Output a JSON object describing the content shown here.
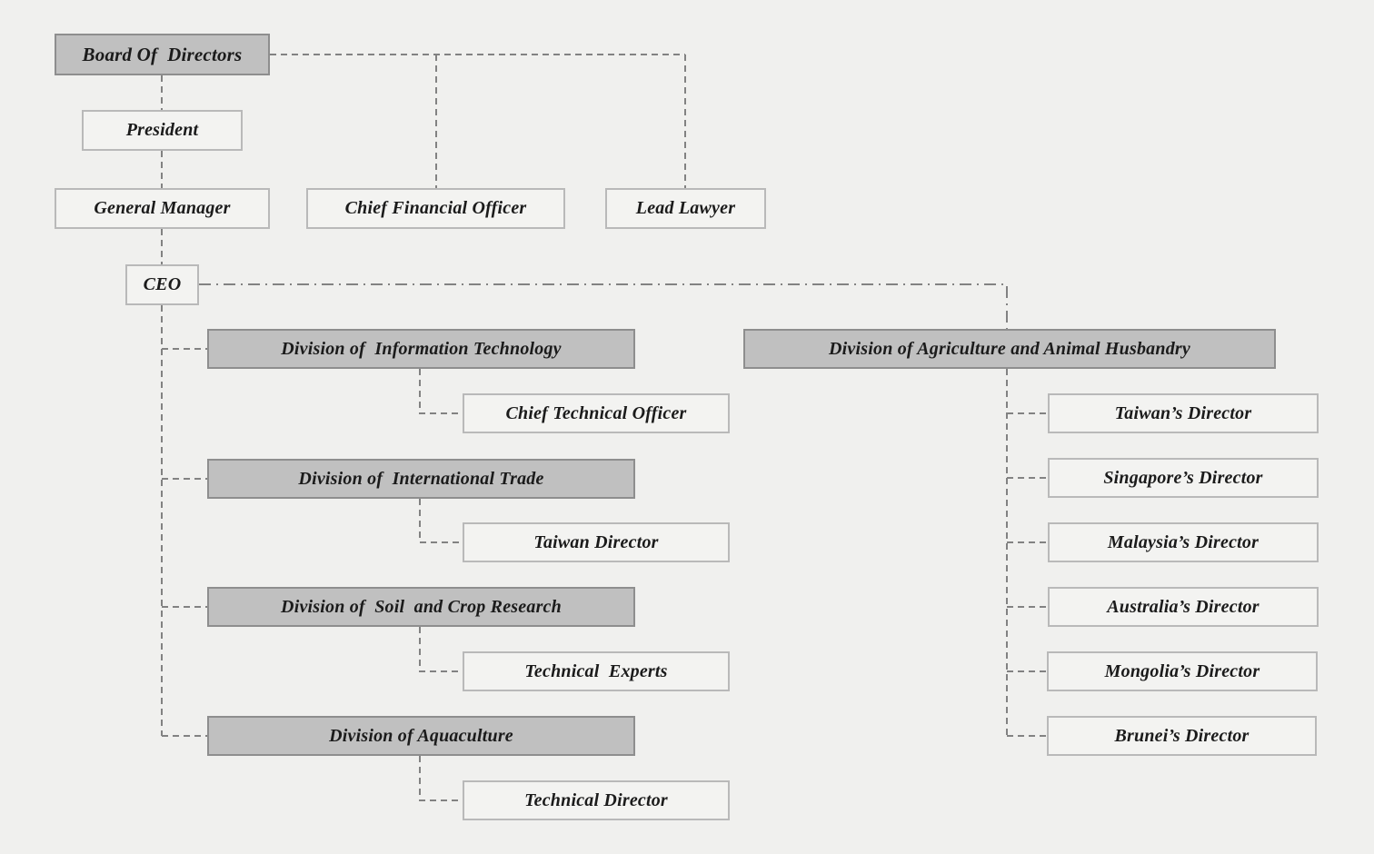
{
  "colors": {
    "background": "#f0f0ee",
    "division_fill": "#c0c0c0",
    "division_border": "#8e8e8e",
    "leaf_fill": "#f3f3f1",
    "leaf_border": "#b9b9b9",
    "connector": "#828282",
    "text": "#1b1b1b"
  },
  "styles": {
    "default_connector": "dashed",
    "ceo_branch_connector": "dash-dot"
  },
  "nodes": {
    "board": "Board Of  Directors",
    "president": "President",
    "general_manager": "General Manager",
    "cfo": "Chief Financial Officer",
    "lead_lawyer": "Lead Lawyer",
    "ceo": "CEO",
    "div_it": "Division of  Information Technology",
    "cto": "Chief Technical Officer",
    "div_trade": "Division of  International Trade",
    "taiwan_director": "Taiwan Director",
    "div_soil": "Division of  Soil  and Crop Research",
    "technical_experts": "Technical  Experts",
    "div_aqua": "Division of Aquaculture",
    "technical_director": "Technical Director",
    "div_agri": "Division of Agriculture and Animal Husbandry",
    "taiwans_director": "Taiwan’s Director",
    "singapores_director": "Singapore’s Director",
    "malaysias_director": "Malaysia’s Director",
    "australias_director": "Australia’s Director",
    "mongolias_director": "Mongolia’s Director",
    "bruneis_director": "Brunei’s Director"
  },
  "edges": [
    {
      "from": "board",
      "to": "president"
    },
    {
      "from": "president",
      "to": "general_manager"
    },
    {
      "from": "general_manager",
      "to": "ceo"
    },
    {
      "from": "board",
      "to": "cfo"
    },
    {
      "from": "board",
      "to": "lead_lawyer"
    },
    {
      "from": "ceo",
      "to": "div_it"
    },
    {
      "from": "ceo",
      "to": "div_trade"
    },
    {
      "from": "ceo",
      "to": "div_soil"
    },
    {
      "from": "ceo",
      "to": "div_aqua"
    },
    {
      "from": "ceo",
      "to": "div_agri"
    },
    {
      "from": "div_it",
      "to": "cto"
    },
    {
      "from": "div_trade",
      "to": "taiwan_director"
    },
    {
      "from": "div_soil",
      "to": "technical_experts"
    },
    {
      "from": "div_aqua",
      "to": "technical_director"
    },
    {
      "from": "div_agri",
      "to": "taiwans_director"
    },
    {
      "from": "div_agri",
      "to": "singapores_director"
    },
    {
      "from": "div_agri",
      "to": "malaysias_director"
    },
    {
      "from": "div_agri",
      "to": "australias_director"
    },
    {
      "from": "div_agri",
      "to": "mongolias_director"
    },
    {
      "from": "div_agri",
      "to": "bruneis_director"
    }
  ]
}
